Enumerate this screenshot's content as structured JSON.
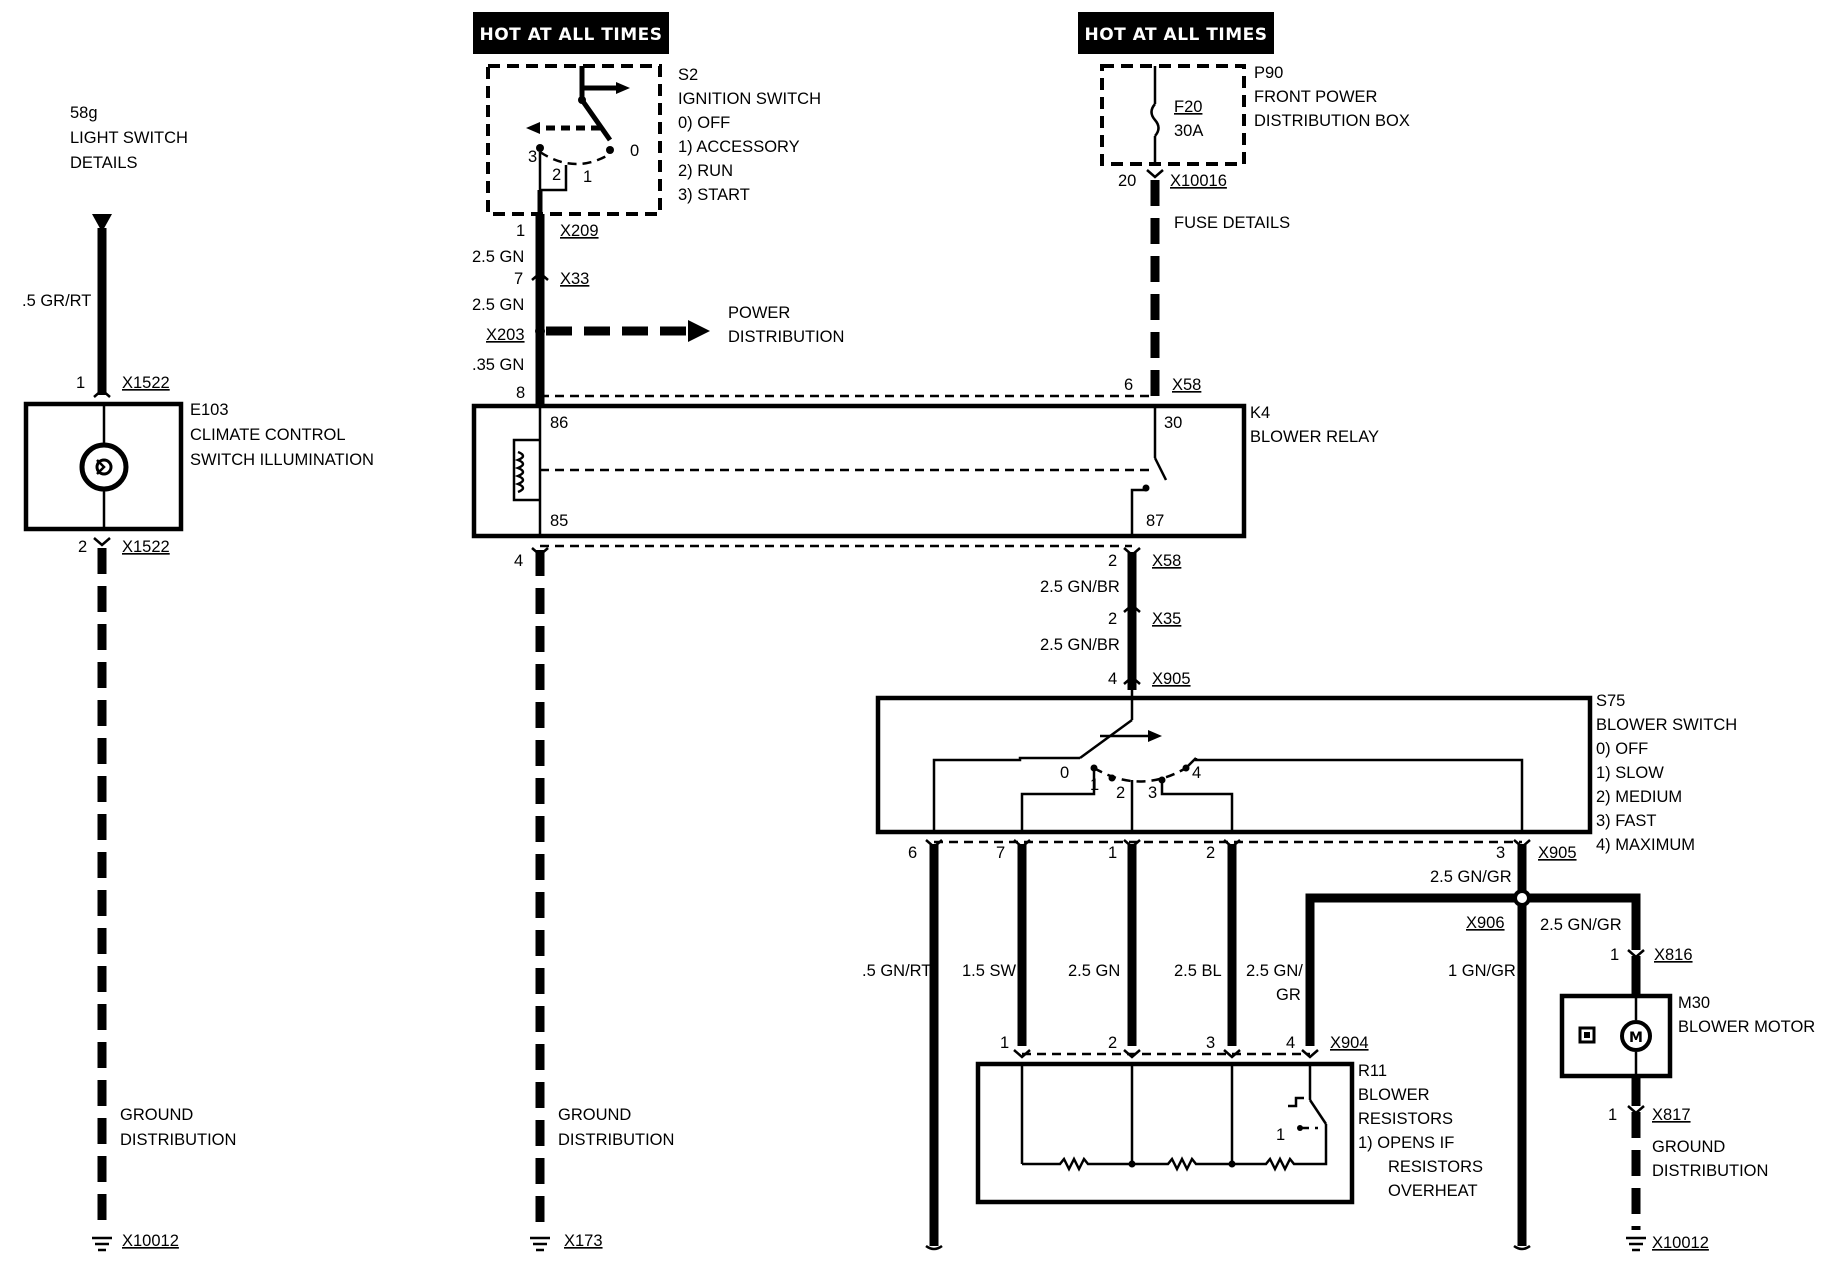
{
  "banners": [
    "HOT AT ALL TIMES",
    "HOT AT ALL TIMES"
  ],
  "light_switch": {
    "ref": "58g",
    "line1": "LIGHT SWITCH",
    "line2": "DETAILS",
    "wire": ".5 GR/RT"
  },
  "e103": {
    "id": "E103",
    "line1": "CLIMATE CONTROL",
    "line2": "SWITCH ILLUMINATION",
    "pin_top": "1",
    "conn_top": "X1522",
    "pin_bottom": "2",
    "conn_bottom": "X1522"
  },
  "s2": {
    "id": "S2",
    "name": "IGNITION SWITCH",
    "positions": [
      "0)   OFF",
      "1)   ACCESSORY",
      "2)   RUN",
      "3)   START"
    ],
    "contacts": [
      "3",
      "2",
      "1",
      "0"
    ]
  },
  "ign_wiring": {
    "pin1": "1",
    "conn1": "X209",
    "wire1": "2.5 GN",
    "pin2": "7",
    "conn2": "X33",
    "wire2": "2.5 GN",
    "conn3": "X203",
    "wire3": ".35 GN",
    "pin4": "8"
  },
  "power_distribution": {
    "line1": "POWER",
    "line2": "DISTRIBUTION"
  },
  "p90": {
    "id": "P90",
    "line1": "FRONT POWER",
    "line2": "DISTRIBUTION BOX",
    "fuse": "F20",
    "amps": "30A",
    "pin": "20",
    "conn": "X10016",
    "fuse_details": "FUSE DETAILS"
  },
  "k4": {
    "id": "K4",
    "name": "BLOWER RELAY",
    "pin86": "86",
    "pin85": "85",
    "pin30": "30",
    "pin87": "87",
    "pin6": "6",
    "conn_top": "X58",
    "pin4": "4",
    "pin2": "2",
    "conn_bottom": "X58"
  },
  "relay_out": {
    "wire1": "2.5 GN/BR",
    "pin_x35": "2",
    "conn_x35": "X35",
    "wire2": "2.5 GN/BR",
    "pin_x905": "4",
    "conn_x905": "X905"
  },
  "s75": {
    "id": "S75",
    "name": "BLOWER SWITCH",
    "positions": [
      "0)   OFF",
      "1)   SLOW",
      "2)   MEDIUM",
      "3)   FAST",
      "4)   MAXIMUM"
    ],
    "contacts": [
      "0",
      "1",
      "2",
      "3",
      "4"
    ],
    "out_pins": [
      "6",
      "7",
      "1",
      "2",
      "3"
    ],
    "out_conn": "X905"
  },
  "harness": {
    "w_gnrt": ".5 GN/RT",
    "w_sw": "1.5 SW",
    "w_gn": "2.5 GN",
    "w_bl": "2.5 BL",
    "w_gngr_a": "2.5 GN/",
    "w_gngr_b": "GR",
    "w_gngr_top": "2.5 GN/GR",
    "x906": "X906",
    "w_1gngr": "1 GN/GR",
    "w_gngr_motor": "2.5 GN/GR"
  },
  "r11": {
    "id": "R11",
    "line1": "BLOWER",
    "line2": "RESISTORS",
    "note1": "1)   OPENS IF",
    "note2": "RESISTORS",
    "note3": "OVERHEAT",
    "pins": [
      "1",
      "2",
      "3",
      "4"
    ],
    "conn": "X904",
    "thermal": "1"
  },
  "m30": {
    "id": "M30",
    "name": "BLOWER MOTOR",
    "pin_top": "1",
    "conn_top": "X816",
    "pin_bottom": "1",
    "conn_bottom": "X817",
    "motor_symbol": "M"
  },
  "grounds": [
    {
      "line1": "GROUND",
      "line2": "DISTRIBUTION",
      "conn": "X10012"
    },
    {
      "line1": "GROUND",
      "line2": "DISTRIBUTION",
      "conn": "X173"
    },
    {
      "line1": "GROUND",
      "line2": "DISTRIBUTION",
      "conn": "X10012"
    }
  ]
}
